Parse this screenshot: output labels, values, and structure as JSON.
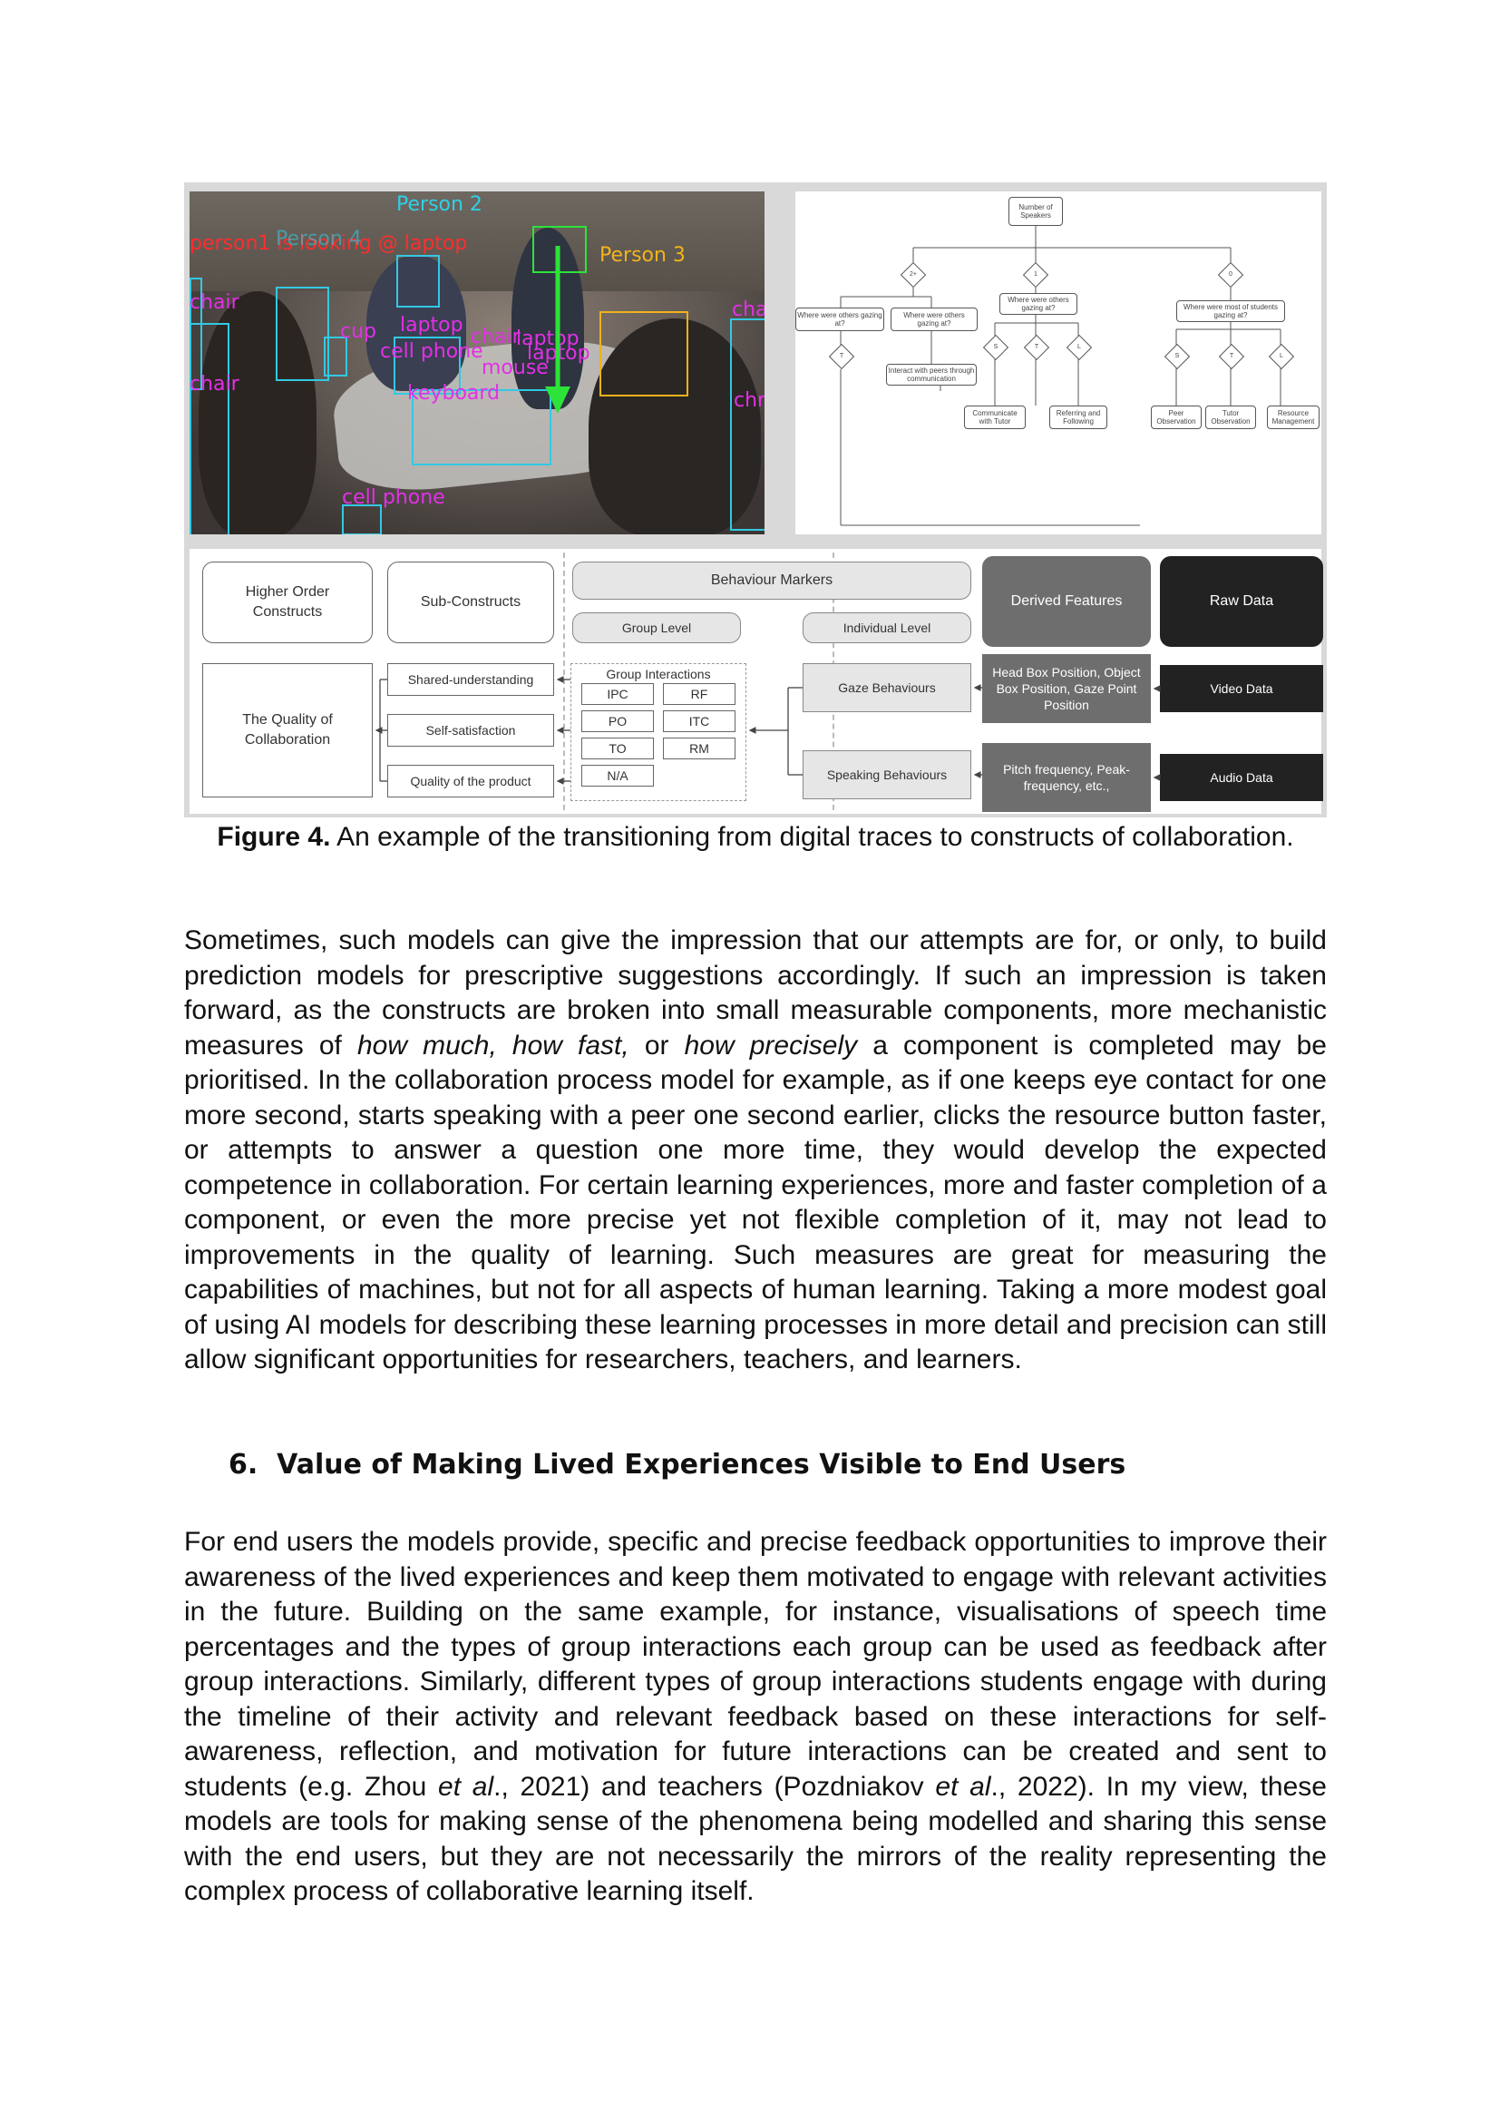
{
  "figure": {
    "photo_labels": {
      "person2": "Person 2",
      "person1_looking": "person1 is looking @ laptop",
      "person3": "Person 3",
      "person4": "Person 4",
      "chair1": "chair",
      "chair2": "chair",
      "chair3": "chair",
      "chair4": "cha",
      "chair5": "chr",
      "cup": "cup",
      "laptop1": "laptop",
      "laptop2": "laptop",
      "laptop3": "laptop",
      "cellphone_overlap": "cell phone",
      "mouse": "mouse",
      "keyboard": "keyboard",
      "cell_phone": "cell phone"
    },
    "flowchart": {
      "number_of_speakers": "Number of Speakers",
      "d_2plus": "2+",
      "d_1": "1",
      "d_0": "0",
      "where_others_1": "Where were others gazing at?",
      "where_others_2": "Where were others gazing at?",
      "where_others_3": "Where were others gazing at?",
      "where_most": "Where were most of students gazing at?",
      "d_t1": "T",
      "d_s1": "S",
      "d_t2": "T",
      "d_l1": "L",
      "d_s2": "S",
      "d_t3": "T",
      "d_l2": "L",
      "interact_peers": "Interact with peers through communication",
      "communicate_tutor": "Communicate with Tutor",
      "referring_following": "Referring and Following",
      "peer_observation": "Peer Observation",
      "tutor_observation": "Tutor Observation",
      "resource_management": "Resource Management"
    },
    "constructs": {
      "higher_order": "Higher Order Constructs",
      "sub_constructs": "Sub-Constructs",
      "behaviour_markers": "Behaviour Markers",
      "group_level": "Group Level",
      "individual_level": "Individual Level",
      "derived_features": "Derived Features",
      "raw_data": "Raw Data",
      "quality_collab": "The Quality of Collaboration",
      "shared_understanding": "Shared-understanding",
      "self_satisfaction": "Self-satisfaction",
      "quality_product": "Quality of the product",
      "group_interactions": "Group Interactions",
      "codes": [
        "IPC",
        "RF",
        "PO",
        "ITC",
        "TO",
        "RM",
        "N/A"
      ],
      "gaze_behaviours": "Gaze Behaviours",
      "speaking_behaviours": "Speaking Behaviours",
      "gaze_features": "Head Box Position, Object Box Position, Gaze Point Position",
      "speech_features": "Pitch frequency, Peak-frequency, etc.,",
      "video_data": "Video Data",
      "audio_data": "Audio Data"
    }
  },
  "caption": {
    "label": "Figure 4.",
    "text": " An example of the transitioning from digital traces to constructs of collaboration."
  },
  "paragraph1": {
    "part1": "Sometimes, such models can give the impression that our attempts are for, or only, to build prediction models for prescriptive suggestions accordingly. If such an impression is taken forward, as the constructs are broken into small measurable components, more mechanistic measures of ",
    "em1": "how much, how fast,",
    "part2": " or ",
    "em2": "how precisely",
    "part3": " a component is completed may be prioritised. In the collaboration process model for example, as if one keeps eye contact for one more second, starts speaking with a peer one second earlier, clicks the resource button faster, or attempts to answer a question one more time, they would develop the expected competence in collaboration. For certain learning experiences, more and faster completion of a component, or even the more precise yet not flexible completion of it, may not lead to improvements in the quality of learning. Such measures are great for measuring the capabilities of machines, but not for all aspects of human learning. Taking a more modest goal of using AI models for describing these learning processes in more detail and precision can still allow significant opportunities for researchers, teachers, and learners."
  },
  "section": {
    "heading": "6.  Value of Making Lived Experiences Visible to End Users"
  },
  "paragraph2": {
    "part1": "For end users the models provide, specific and precise feedback opportunities to improve their awareness of the lived experiences and keep them motivated to engage with relevant activities in the future. Building on the same example, for instance, visualisations of speech time percentages and the types of group interactions each group can be used as feedback after group interactions. Similarly, different types of group interactions students engage with during the timeline of their activity and relevant feedback based on these interactions for self-awareness, reflection, and motivation for future interactions can be created and sent to students (e.g. Zhou ",
    "em1": "et al",
    "part2": "., 2021) and teachers (Pozdniakov ",
    "em2": "et al",
    "part3": "., 2022). In my view, these models are tools for making sense of the phenomena being modelled and sharing this sense with the end users, but they are not necessarily the mirrors of the reality representing the complex process of collaborative learning itself."
  }
}
